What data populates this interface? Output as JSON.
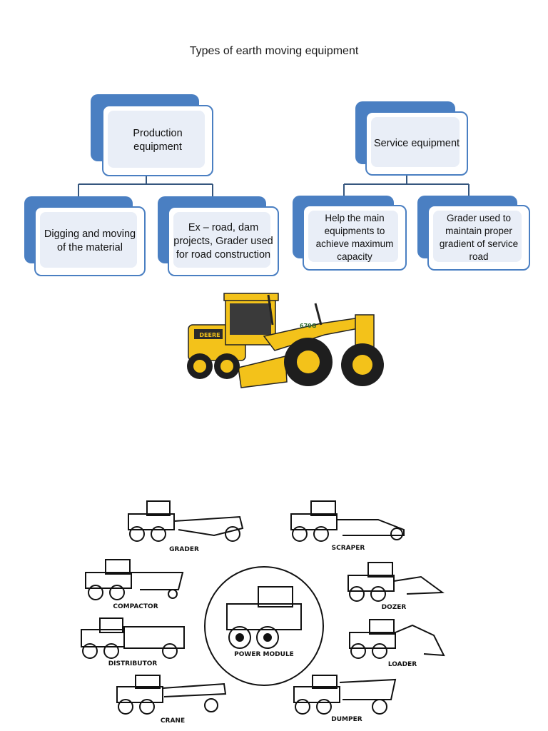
{
  "title": "Types of earth moving equipment",
  "tree": {
    "production": {
      "label": "Production equipment",
      "children": [
        "Digging and moving of the material",
        "Ex – road, dam projects, Grader used for road construction"
      ]
    },
    "service": {
      "label": "Service equipment",
      "children": [
        "Help the main equipments to achieve maximum capacity",
        "Grader used to maintain proper gradient of service road"
      ]
    }
  },
  "photo": {
    "badge": "DEERE",
    "model": "670G"
  },
  "equipment_labels": {
    "grader": "GRADER",
    "scraper": "SCRAPER",
    "compactor": "COMPACTOR",
    "dozer": "DOZER",
    "distributor": "DISTRIBUTOR",
    "loader": "LOADER",
    "crane": "CRANE",
    "dumper": "DUMPER",
    "power_module": "POWER MODULE"
  },
  "colors": {
    "node_blue": "#4a7fc2",
    "deere_yellow": "#f3c21a",
    "deere_green": "#2e6b2f"
  }
}
